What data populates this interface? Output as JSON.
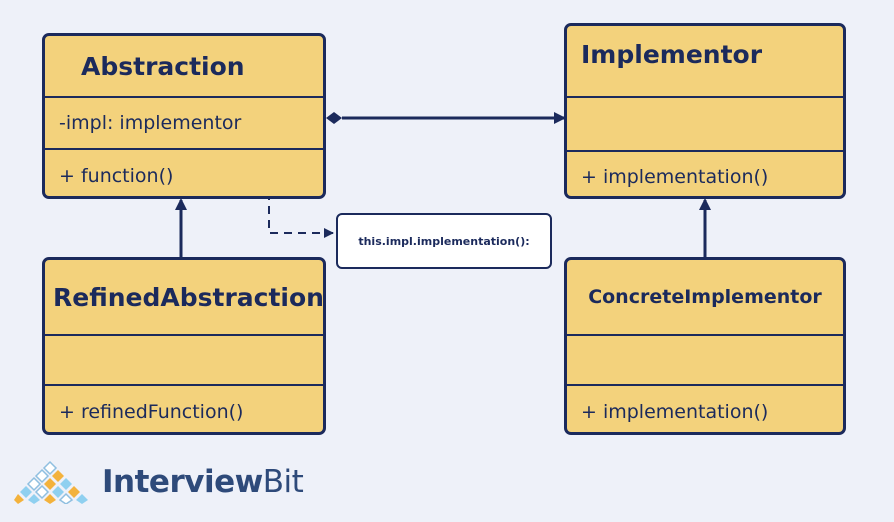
{
  "classes": {
    "abstraction": {
      "name": "Abstraction",
      "attribute": "-impl: implementor",
      "method": "+ function()"
    },
    "implementor": {
      "name": "Implementor",
      "attribute": "",
      "method": "+ implementation()"
    },
    "refined_abstraction": {
      "name": "RefinedAbstraction",
      "attribute": "",
      "method": "+ refinedFunction()"
    },
    "concrete_implementor": {
      "name": "ConcreteImplementor",
      "attribute": "",
      "method": "+ implementation()"
    }
  },
  "note": {
    "text": "this.impl.implementation():"
  },
  "brand": {
    "name_bold": "Interview",
    "name_light": "Bit"
  },
  "colors": {
    "class_fill": "#f3d27c",
    "stroke": "#1b2a5c",
    "background": "#eef1f9"
  }
}
